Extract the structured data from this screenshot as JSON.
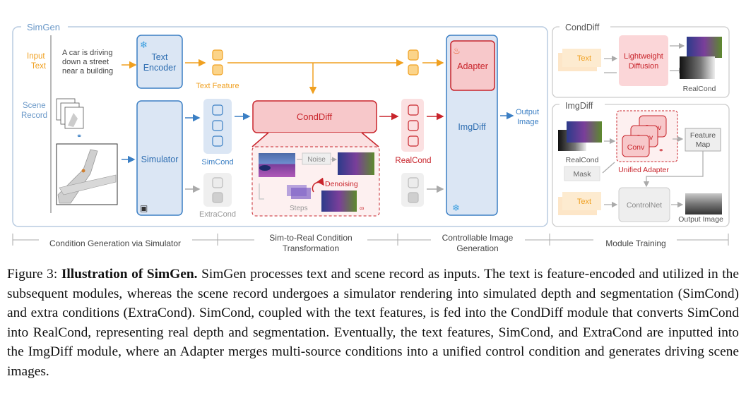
{
  "diagram": {
    "simgen_title": "SimGen",
    "input_text_label_1": "Input",
    "input_text_label_2": "Text",
    "prompt_line_1": "A car is driving",
    "prompt_line_2": "down a street",
    "prompt_line_3": "near a building",
    "text_encoder_1": "Text",
    "text_encoder_2": "Encoder",
    "text_feature": "Text Feature",
    "scene_record_1": "Scene",
    "scene_record_2": "Record",
    "simulator": "Simulator",
    "simcond": "SimCond",
    "extracond": "ExtraCond",
    "conddiff": "CondDiff",
    "noise": "Noise",
    "denoising": "Denoising",
    "steps": "Steps",
    "realcond": "RealCond",
    "adapter": "Adapter",
    "imgdiff": "ImgDiff",
    "output_1": "Output",
    "output_2": "Image",
    "panel_conddiff_title": "CondDiff",
    "panel_text": "Text",
    "lightweight_1": "Lightweight",
    "lightweight_2": "Diffusion",
    "panel_realcond": "RealCond",
    "panel_imgdiff_title": "ImgDiff",
    "imgdiff_realcond": "RealCond",
    "mask": "Mask",
    "conv": "Conv",
    "unified_adapter": "Unified Adapter",
    "feature_map_1": "Feature",
    "feature_map_2": "Map",
    "text2": "Text",
    "controlnet": "ControlNet",
    "output_image": "Output Image",
    "stage_1": "Condition Generation via Simulator",
    "stage_2_1": "Sim-to-Real Condition",
    "stage_2_2": "Transformation",
    "stage_3_1": "Controllable Image",
    "stage_3_2": "Generation",
    "stage_4": "Module Training"
  },
  "caption": {
    "label": "Figure 3:",
    "title": "Illustration of SimGen.",
    "body": "SimGen processes text and scene record as inputs. The text is feature-encoded and utilized in the subsequent modules, whereas the scene record undergoes a simulator rendering into simulated depth and segmentation (SimCond) and extra conditions (ExtraCond). SimCond, coupled with the text features, is fed into the CondDiff module that converts SimCond into RealCond, representing real depth and segmentation. Eventually, the text features, SimCond, and ExtraCond are inputted into the ImgDiff module, where an Adapter merges multi-source conditions into a unified control condition and generates driving scene images."
  },
  "colors": {
    "blue": "#3b7fc4",
    "orange": "#f0a020",
    "red": "#c8242b",
    "gray": "#9a9a9a"
  }
}
